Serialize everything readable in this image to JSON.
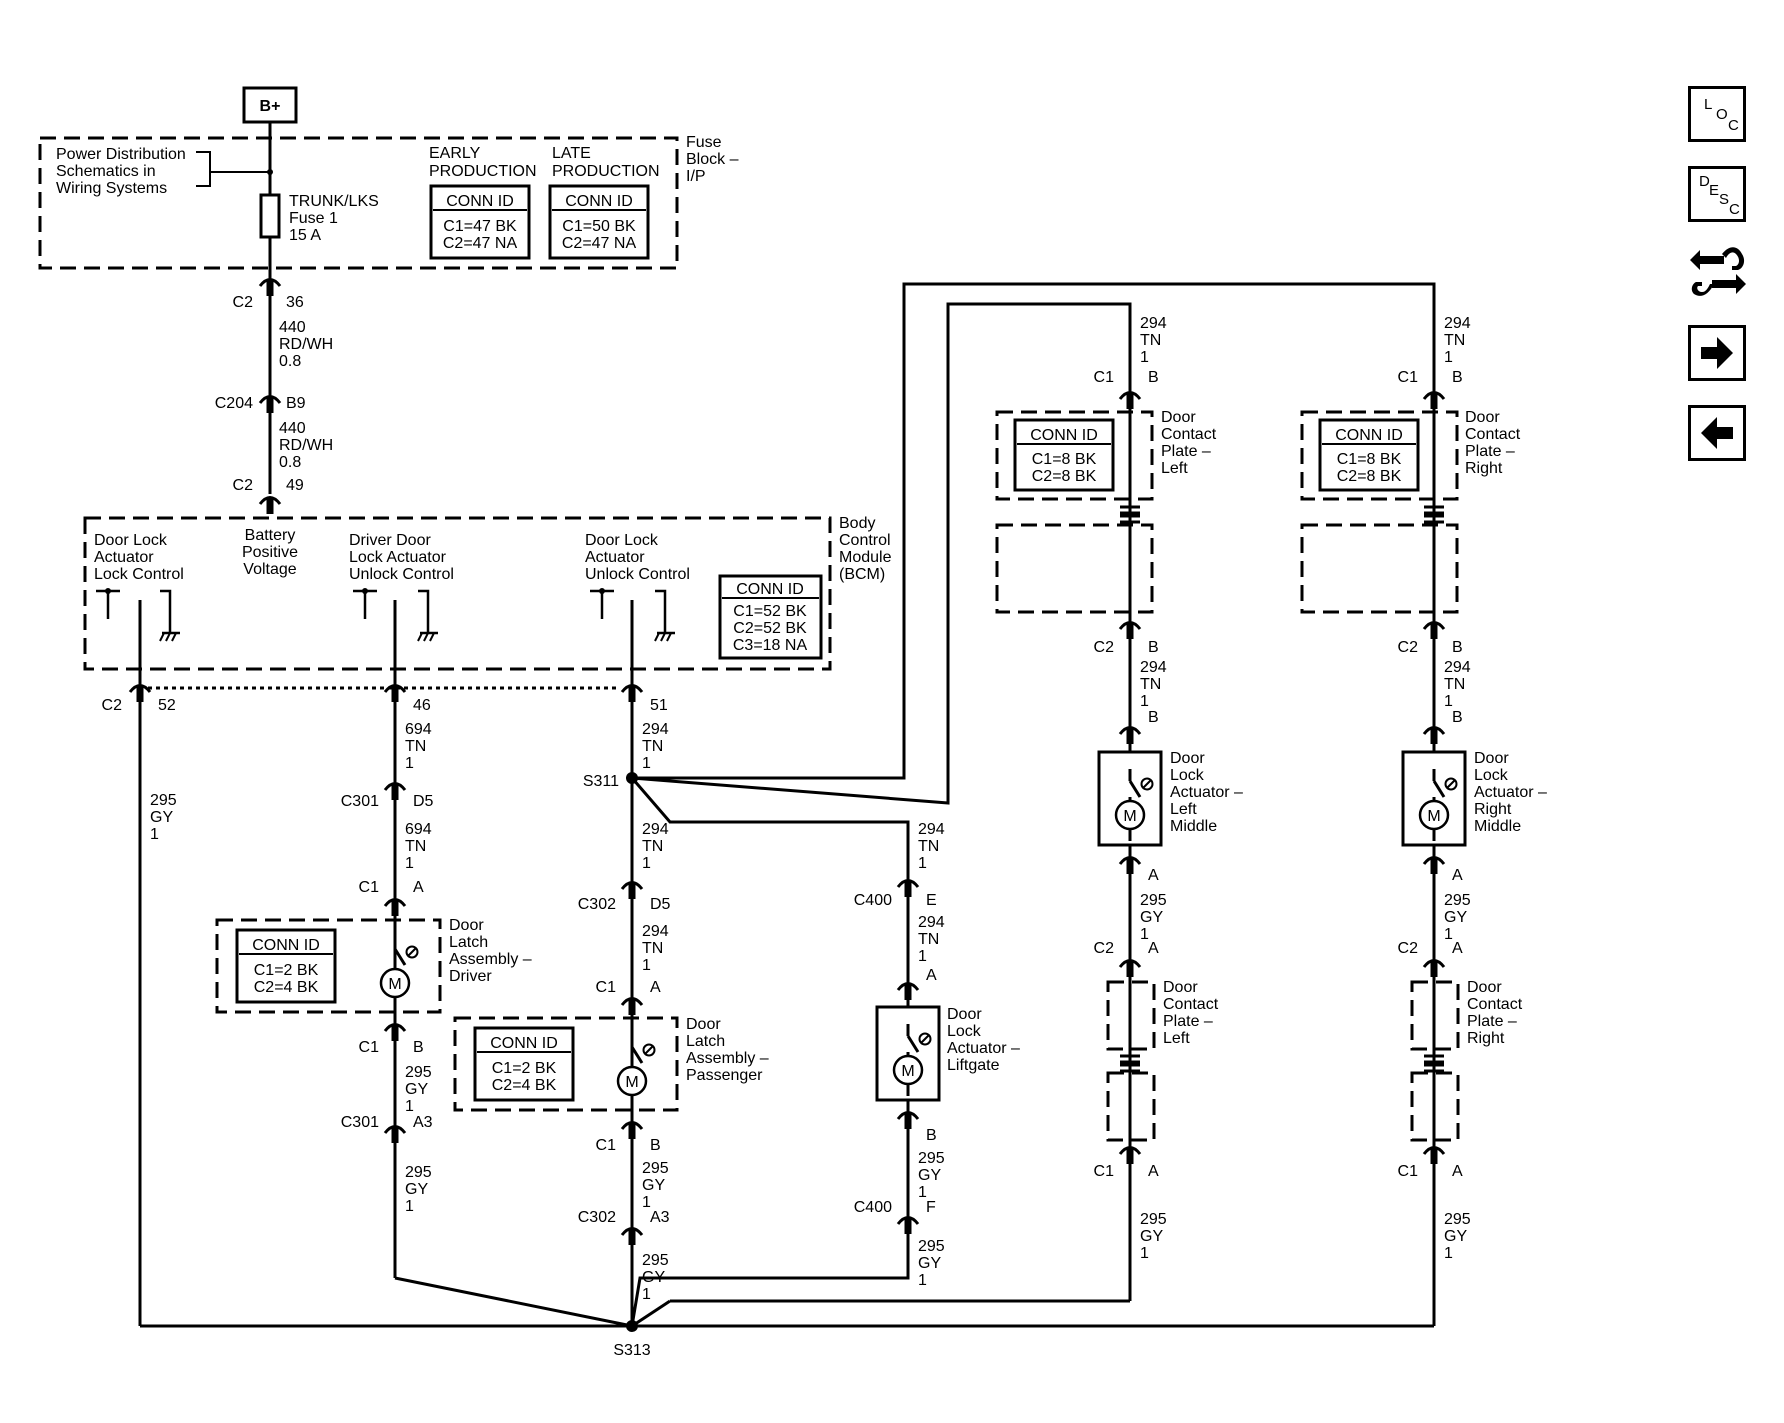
{
  "power": {
    "b_plus": "B+",
    "pd_ref": [
      "Power Distribution",
      "Schematics in",
      "Wiring Systems"
    ],
    "fuse_block_label": [
      "Fuse",
      "Block –",
      "I/P"
    ],
    "fuse_name": [
      "TRUNK/LKS",
      "Fuse 1",
      "15 A"
    ],
    "early_header": [
      "EARLY",
      "PRODUCTION"
    ],
    "late_header": [
      "LATE",
      "PRODUCTION"
    ],
    "early_conn": [
      "CONN ID",
      "C1=47 BK",
      "C2=47 NA"
    ],
    "late_conn": [
      "CONN ID",
      "C1=50 BK",
      "C2=47 NA"
    ]
  },
  "feed": {
    "c2_top": [
      "C2",
      "36"
    ],
    "wire1": [
      "440",
      "RD/WH",
      "0.8"
    ],
    "c204": [
      "C204",
      "B9"
    ],
    "wire2": [
      "440",
      "RD/WH",
      "0.8"
    ],
    "c2_bcm": [
      "C2",
      "49"
    ]
  },
  "bcm": {
    "label": [
      "Body",
      "Control",
      "Module",
      "(BCM)"
    ],
    "lock_ctrl": [
      "Door Lock",
      "Actuator",
      "Lock Control"
    ],
    "batt": [
      "Battery",
      "Positive",
      "Voltage"
    ],
    "driver_unlock": [
      "Driver Door",
      "Lock Actuator",
      "Unlock Control"
    ],
    "unlock": [
      "Door Lock",
      "Actuator",
      "Unlock Control"
    ],
    "conn": [
      "CONN ID",
      "C1=52 BK",
      "C2=52 BK",
      "C3=18 NA"
    ],
    "pin_c2": "C2",
    "pin_52": "52",
    "pin_46": "46",
    "pin_51": "51"
  },
  "circuits": {
    "w295_gy_1": [
      "295",
      "GY",
      "1"
    ],
    "w694_tn_1": [
      "694",
      "TN",
      "1"
    ],
    "w294_tn_1": [
      "294",
      "TN",
      "1"
    ]
  },
  "connectors": {
    "c301_d5": [
      "C301",
      "D5"
    ],
    "c1_a_drv": [
      "C1",
      "A"
    ],
    "c1_b_drv": [
      "C1",
      "B"
    ],
    "c301_a3": [
      "C301",
      "A3"
    ],
    "s311": "S311",
    "c302_d5": [
      "C302",
      "D5"
    ],
    "c1_a_pas": [
      "C1",
      "A"
    ],
    "c1_b_pas": [
      "C1",
      "B"
    ],
    "c302_a3": [
      "C302",
      "A3"
    ],
    "c400_e": [
      "C400",
      "E"
    ],
    "lg_a": "A",
    "lg_b": "B",
    "c400_f": [
      "C400",
      "F"
    ],
    "s313": "S313",
    "c1_b": [
      "C1",
      "B"
    ],
    "c2_b": [
      "C2",
      "B"
    ],
    "b": "B",
    "a": "A",
    "c2_a": [
      "C2",
      "A"
    ],
    "c1_a": [
      "C1",
      "A"
    ]
  },
  "components": {
    "driver_latch": [
      "Door",
      "Latch",
      "Assembly –",
      "Driver"
    ],
    "driver_conn": [
      "CONN ID",
      "C1=2 BK",
      "C2=4 BK"
    ],
    "pass_latch": [
      "Door",
      "Latch",
      "Assembly –",
      "Passenger"
    ],
    "pass_conn": [
      "CONN ID",
      "C1=2 BK",
      "C2=4 BK"
    ],
    "liftgate": [
      "Door",
      "Lock",
      "Actuator –",
      "Liftgate"
    ],
    "contact_left": [
      "Door",
      "Contact",
      "Plate –",
      "Left"
    ],
    "contact_right": [
      "Door",
      "Contact",
      "Plate –",
      "Right"
    ],
    "contact_conn": [
      "CONN ID",
      "C1=8 BK",
      "C2=8 BK"
    ],
    "left_middle": [
      "Door",
      "Lock",
      "Actuator –",
      "Left",
      "Middle"
    ],
    "right_middle": [
      "Door",
      "Lock",
      "Actuator –",
      "Right",
      "Middle"
    ],
    "motor": "M"
  },
  "nav": {
    "loc": [
      "L",
      "O",
      "C"
    ],
    "desc": [
      "D",
      "E",
      "S",
      "C"
    ],
    "icons": [
      "component-swap-icon",
      "arrow-right-icon",
      "arrow-left-icon"
    ]
  }
}
